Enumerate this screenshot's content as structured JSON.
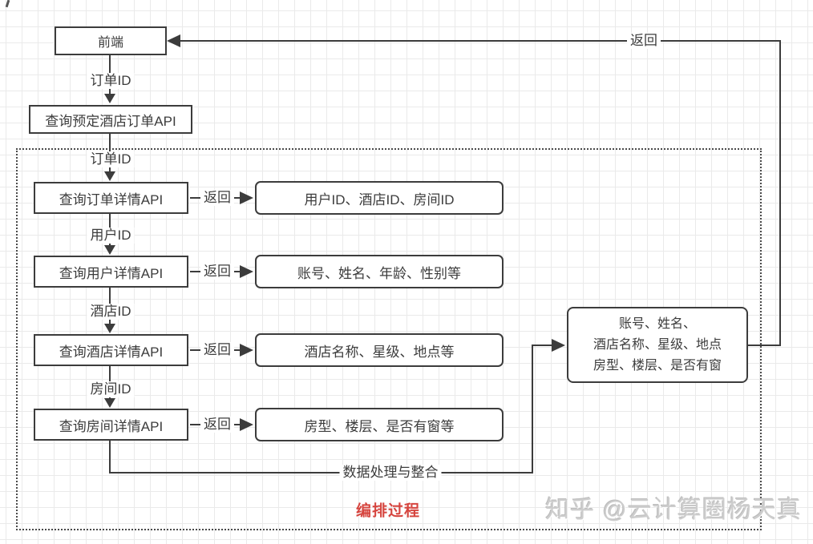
{
  "diagram": {
    "frontend_label": "前端",
    "order_id_label_top": "订单ID",
    "booking_api_label": "查询预定酒店订单API",
    "order_id_label_inner": "订单ID",
    "rows": [
      {
        "api": "查询订单详情API",
        "edge": "返回",
        "result": "用户ID、酒店ID、房间ID",
        "next_id": "用户ID"
      },
      {
        "api": "查询用户详情API",
        "edge": "返回",
        "result": "账号、姓名、年龄、性别等",
        "next_id": "酒店ID"
      },
      {
        "api": "查询酒店详情API",
        "edge": "返回",
        "result": "酒店名称、星级、地点等",
        "next_id": "房间ID"
      },
      {
        "api": "查询房间详情API",
        "edge": "返回",
        "result": "房型、楼层、是否有窗等"
      }
    ],
    "merge_box": {
      "line1": "账号、姓名、",
      "line2": "酒店名称、星级、地点",
      "line3": "房型、楼层、是否有窗"
    },
    "process_edge_label": "数据处理与整合",
    "return_edge_label": "返回",
    "caption": "编排过程",
    "colors": {
      "line": "#3c3c3c",
      "caption_red": "#d6453f"
    }
  },
  "watermark_text": "知乎 @云计算圈杨天真"
}
